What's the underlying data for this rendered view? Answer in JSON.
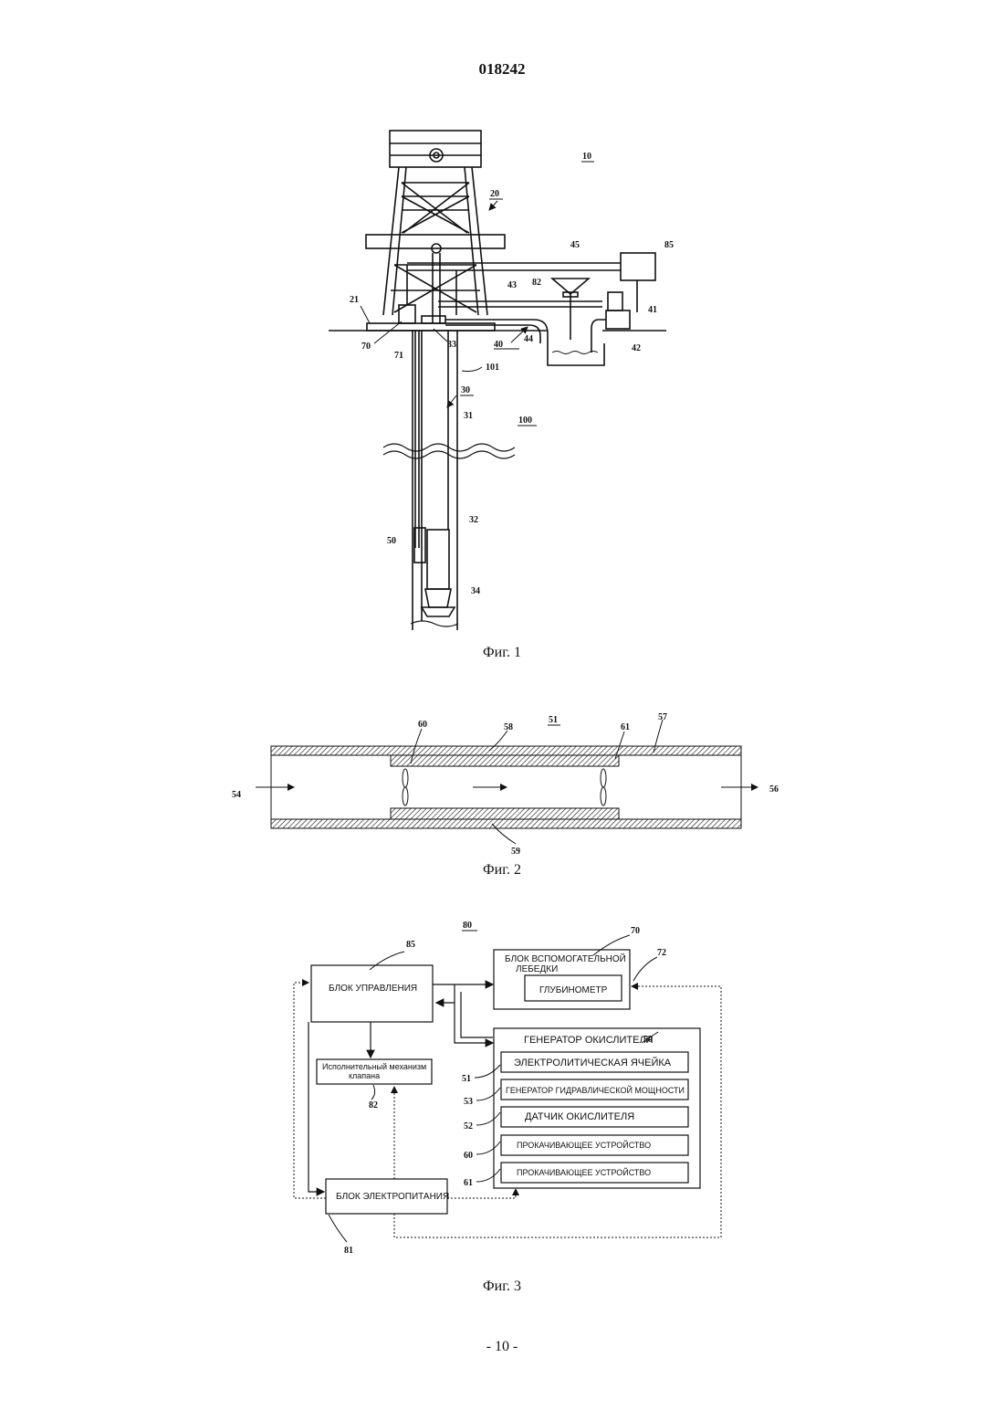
{
  "header": {
    "doc_number": "018242"
  },
  "fig1": {
    "caption": "Фиг. 1",
    "labels": {
      "l10": "10",
      "l20": "20",
      "l21": "21",
      "l70": "70",
      "l33": "33",
      "l40": "40",
      "l44": "44",
      "l43": "43",
      "l82": "82",
      "l45": "45",
      "l85": "85",
      "l41": "41",
      "l42": "42",
      "l71": "71",
      "l101": "101",
      "l30": "30",
      "l31": "31",
      "l100": "100",
      "l32": "32",
      "l50": "50",
      "l34": "34"
    }
  },
  "fig2": {
    "caption": "Фиг. 2",
    "labels": {
      "l60": "60",
      "l58": "58",
      "l51": "51",
      "l61": "61",
      "l57": "57",
      "l54": "54",
      "l56": "56",
      "l59": "59"
    }
  },
  "fig3": {
    "caption": "Фиг. 3",
    "labels": {
      "l80": "80",
      "l85": "85",
      "l70": "70",
      "l72": "72",
      "l50": "50",
      "l51": "51",
      "l53": "53",
      "l52": "52",
      "l60": "60",
      "l61": "61",
      "l82": "82",
      "l81": "81"
    },
    "blocks": {
      "control_unit": "БЛОК УПРАВЛЕНИЯ",
      "aux_winch_line1": "БЛОК ВСПОМОГАТЕЛЬНОЙ",
      "aux_winch_line2": "ЛЕБЕДКИ",
      "depth_gauge": "ГЛУБИНОМЕТР",
      "oxidizer_generator": "ГЕНЕРАТОР ОКИСЛИТЕЛЯ",
      "electrolytic_cell": "ЭЛЕКТРОЛИТИЧЕСКАЯ ЯЧЕЙКА",
      "hydraulic_power_generator": "ГЕНЕРАТОР ГИДРАВЛИЧЕСКОЙ МОЩНОСТИ",
      "oxidizer_sensor": "ДАТЧИК ОКИСЛИТЕЛЯ",
      "pump_device_1": "ПРОКАЧИВАЮЩЕЕ УСТРОЙСТВО",
      "pump_device_2": "ПРОКАЧИВАЮЩЕЕ УСТРОЙСТВО",
      "valve_actuator_line1": "Исполнительный механизм",
      "valve_actuator_line2": "клапана",
      "power_supply": "БЛОК ЭЛЕКТРОПИТАНИЯ"
    }
  },
  "footer": {
    "page_number": "- 10 -"
  }
}
